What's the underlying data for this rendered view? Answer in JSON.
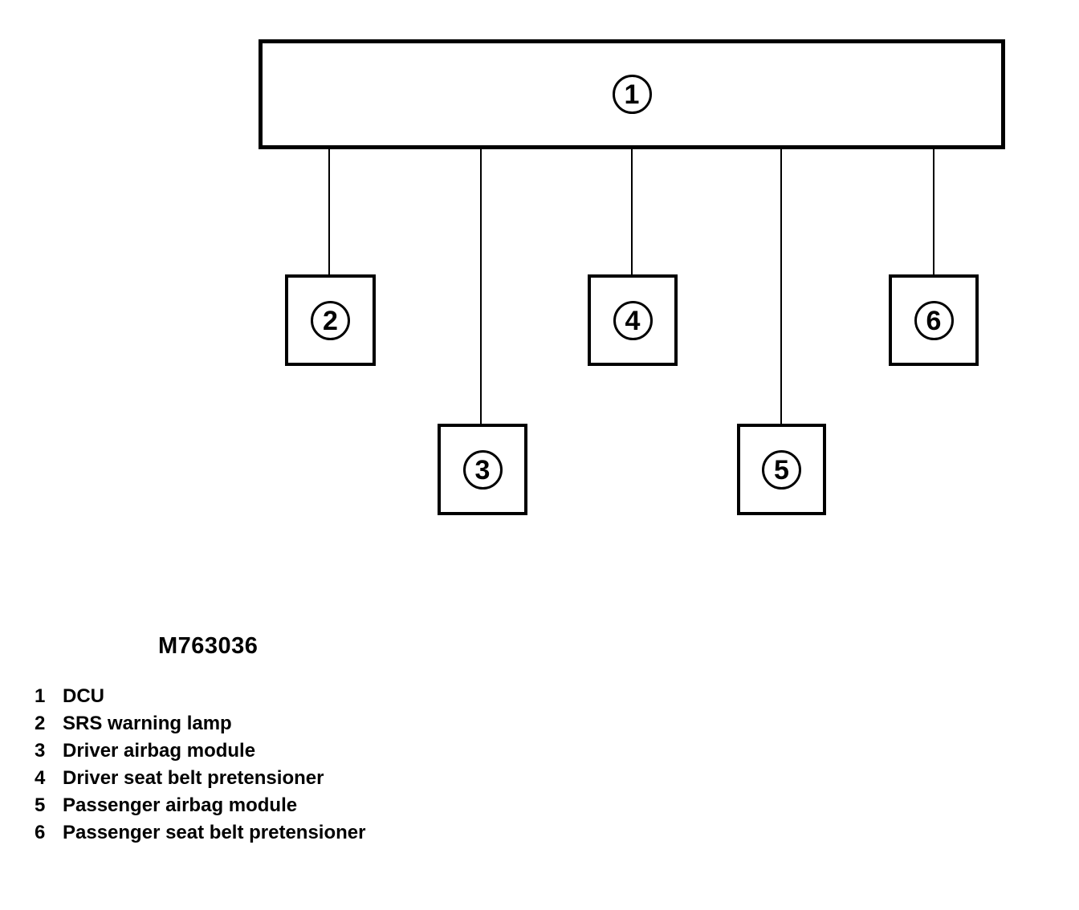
{
  "figure": {
    "caption": "M763036"
  },
  "diagram": {
    "type": "block-diagram",
    "callouts": [
      "1",
      "2",
      "3",
      "4",
      "5",
      "6"
    ],
    "line_color": "#000000",
    "background_color": "#ffffff"
  },
  "legend": {
    "items": [
      {
        "number": "1",
        "label": "DCU"
      },
      {
        "number": "2",
        "label": "SRS warning lamp"
      },
      {
        "number": "3",
        "label": "Driver airbag module"
      },
      {
        "number": "4",
        "label": "Driver seat belt pretensioner"
      },
      {
        "number": "5",
        "label": "Passenger airbag module"
      },
      {
        "number": "6",
        "label": "Passenger seat belt pretensioner"
      }
    ]
  }
}
